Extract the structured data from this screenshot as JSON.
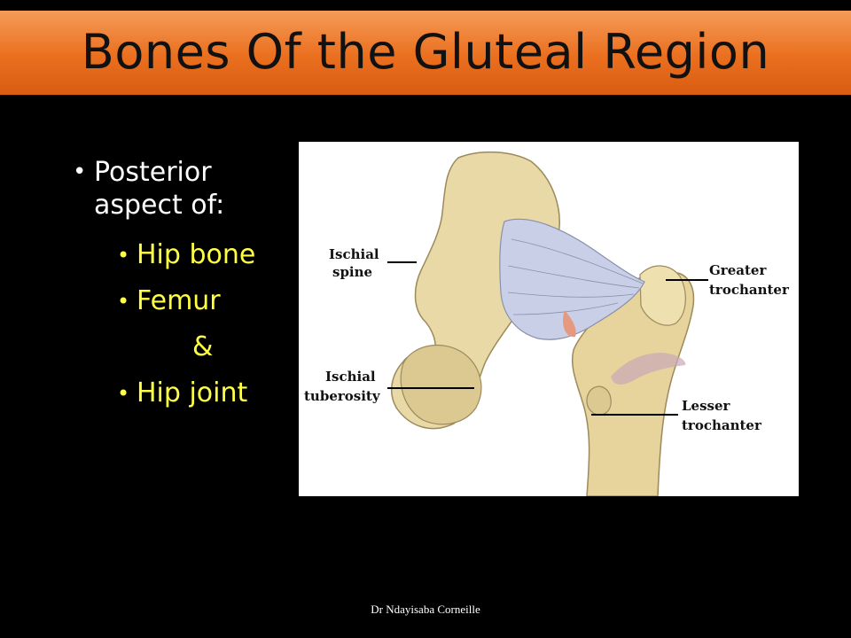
{
  "slide": {
    "title": "Bones Of the Gluteal Region",
    "footer": "Dr Ndayisaba Corneille"
  },
  "bullets": {
    "main": "Posterior aspect of:",
    "sub_items": [
      "Hip bone",
      "Femur",
      "Hip joint"
    ],
    "ampersand": "&"
  },
  "figure": {
    "labels": {
      "ischial_spine_1": "Ischial",
      "ischial_spine_2": "spine",
      "ischial_tuberosity_1": "Ischial",
      "ischial_tuberosity_2": "tuberosity",
      "greater_trochanter_1": "Greater",
      "greater_trochanter_2": "trochanter",
      "lesser_trochanter_1": "Lesser",
      "lesser_trochanter_2": "trochanter"
    }
  },
  "colors": {
    "title_bar": "#ea6f1e",
    "bullet_text": "#ffffff",
    "sub_bullet_text": "#ffff44",
    "bone": "#e8d9a6",
    "capsule": "#c8cfe6"
  }
}
